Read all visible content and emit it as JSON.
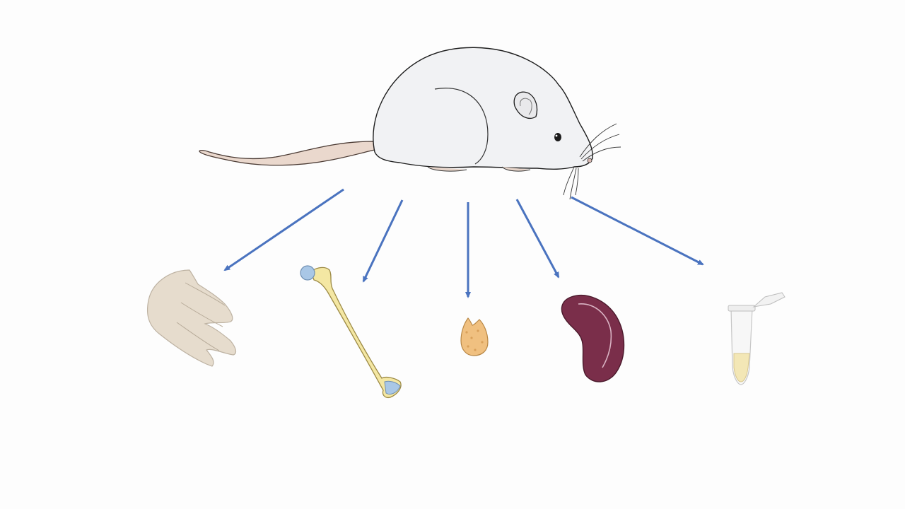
{
  "diagram": {
    "source": {
      "name": "rat",
      "icon": "rat-icon",
      "fur_color": "#f0f1f2",
      "tail_color": "#e8d6cc",
      "outline_color": "#222222"
    },
    "arrow_color": "#4a73bf",
    "targets": [
      {
        "name": "hind-paw",
        "icon": "paw-icon",
        "color": "#e6dccd"
      },
      {
        "name": "femur-bone",
        "icon": "bone-icon",
        "color": "#f4e7a3",
        "accent": "#a9c7e6"
      },
      {
        "name": "lymph-node",
        "icon": "lymph-node-icon",
        "color": "#f0c080"
      },
      {
        "name": "spleen",
        "icon": "spleen-icon",
        "color": "#7a2e4a"
      },
      {
        "name": "serum-tube",
        "icon": "tube-icon",
        "color": "#f3e7b6"
      }
    ]
  }
}
